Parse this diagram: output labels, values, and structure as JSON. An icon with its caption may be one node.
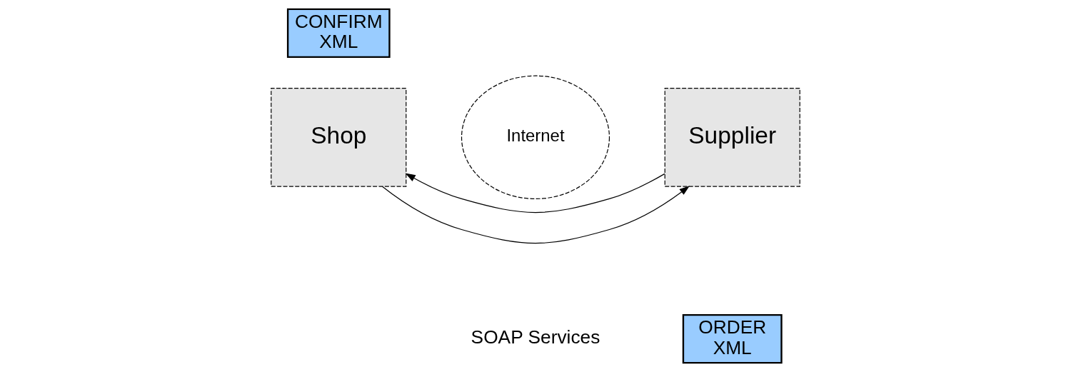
{
  "diagram": {
    "nodes": [
      {
        "text": [
          "Shop"
        ]
      },
      {
        "text": [
          "Internet"
        ]
      },
      {
        "text": [
          "Supplier"
        ]
      },
      {
        "text": [
          "ORDER XML"
        ]
      },
      {
        "text": [
          "CONFIRM XML"
        ]
      }
    ],
    "edges": [
      {
        "from": 0,
        "to": 2,
        "arrow": "to"
      },
      {
        "from": 2,
        "to": 0,
        "arrow": "to"
      }
    ],
    "labels": [
      "SOAP Services"
    ]
  }
}
